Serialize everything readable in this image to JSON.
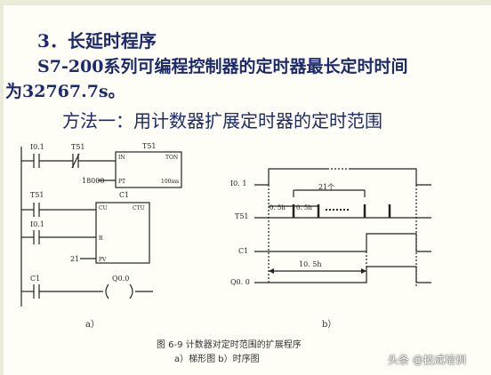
{
  "heading": {
    "line1": "3．长延时程序",
    "line2": "S7-200系列可编程控制器的定时器最长定时时间",
    "line3": "为32767.7s。",
    "line4": "方法一：用计数器扩展定时器的定时范围"
  },
  "ladder": {
    "contact_i01_label": "I0.1",
    "contact_t51_label": "T51",
    "timer_label": "T51",
    "timer_in": "IN",
    "timer_type": "TON",
    "timer_pt": "PT",
    "timer_base": "100ms",
    "timer_preset": "18000",
    "rung2_contact_label": "T51",
    "counter_label": "C1",
    "counter_cu": "CU",
    "counter_type": "CTU",
    "rung3_contact_label": "I0.1",
    "counter_r": "R",
    "counter_preset": "21",
    "counter_pv": "PV",
    "rung4_contact_label": "C1",
    "coil_label": "Q0.0",
    "sublabel": "a）"
  },
  "timing": {
    "signals": [
      "I0. 1",
      "T51",
      "C1",
      "Q0. 0"
    ],
    "interval_a": "0. 5h",
    "interval_b": "0. 5h",
    "pulse_count": "21个",
    "total": "10. 5h",
    "sublabel": "b）"
  },
  "caption": {
    "line1": "图 6-9  计数器对定时范围的扩展程序",
    "line2": "a）梯形图   b）时序图"
  },
  "watermark": "头条 @技成培训"
}
